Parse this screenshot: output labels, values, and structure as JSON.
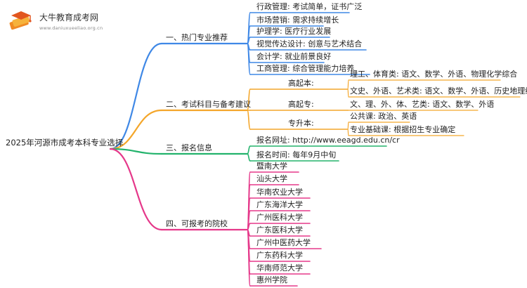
{
  "colors": {
    "blue": "#3f88e6",
    "orange": "#f4a62a",
    "green": "#23b36c",
    "pink": "#e5388a"
  },
  "header": {
    "brand": "大牛教育成考网",
    "site": "www.daniuxueeliao.org.cn",
    "logo_icon": "graduation-cap-book-icon"
  },
  "mindmap": {
    "root": "2025年河源市成考本科专业选择",
    "branches": [
      {
        "label": "一、热门专业推荐",
        "color": "#3f88e6",
        "children": [
          {
            "label": "行政管理: 考试简单，证书广泛"
          },
          {
            "label": "市场营销: 需求持续增长"
          },
          {
            "label": "护理学: 医疗行业发展"
          },
          {
            "label": "视觉传达设计: 创意与艺术结合"
          },
          {
            "label": "会计学: 就业前景良好"
          },
          {
            "label": "工商管理: 综合管理能力培养"
          }
        ]
      },
      {
        "label": "二、考试科目与备考建议",
        "color": "#f4a62a",
        "children": [
          {
            "label": "高起本:",
            "children": [
              {
                "label": "理工、体育类: 语文、数学、外语、物理化学综合"
              },
              {
                "label": "文史、外语、艺术类: 语文、数学、外语、历史地理综合"
              }
            ]
          },
          {
            "label": "高起专:",
            "children": [
              {
                "label": "文、理、外、体、艺类: 语文、数学、外语"
              }
            ]
          },
          {
            "label": "专升本:",
            "children": [
              {
                "label": "公共课: 政治、英语"
              },
              {
                "label": "专业基础课: 根据招生专业确定"
              }
            ]
          }
        ]
      },
      {
        "label": "三、报名信息",
        "color": "#23b36c",
        "children": [
          {
            "label": "报名网址: http://www.eeagd.edu.cn/cr"
          },
          {
            "label": "报名时间: 每年9月中旬"
          }
        ]
      },
      {
        "label": "四、可报考的院校",
        "color": "#e5388a",
        "children": [
          {
            "label": "暨南大学"
          },
          {
            "label": "汕头大学"
          },
          {
            "label": "华南农业大学"
          },
          {
            "label": "广东海洋大学"
          },
          {
            "label": "广州医科大学"
          },
          {
            "label": "广东医科大学"
          },
          {
            "label": "广州中医药大学"
          },
          {
            "label": "广东药科大学"
          },
          {
            "label": "华南师范大学"
          },
          {
            "label": "惠州学院"
          }
        ]
      }
    ]
  }
}
